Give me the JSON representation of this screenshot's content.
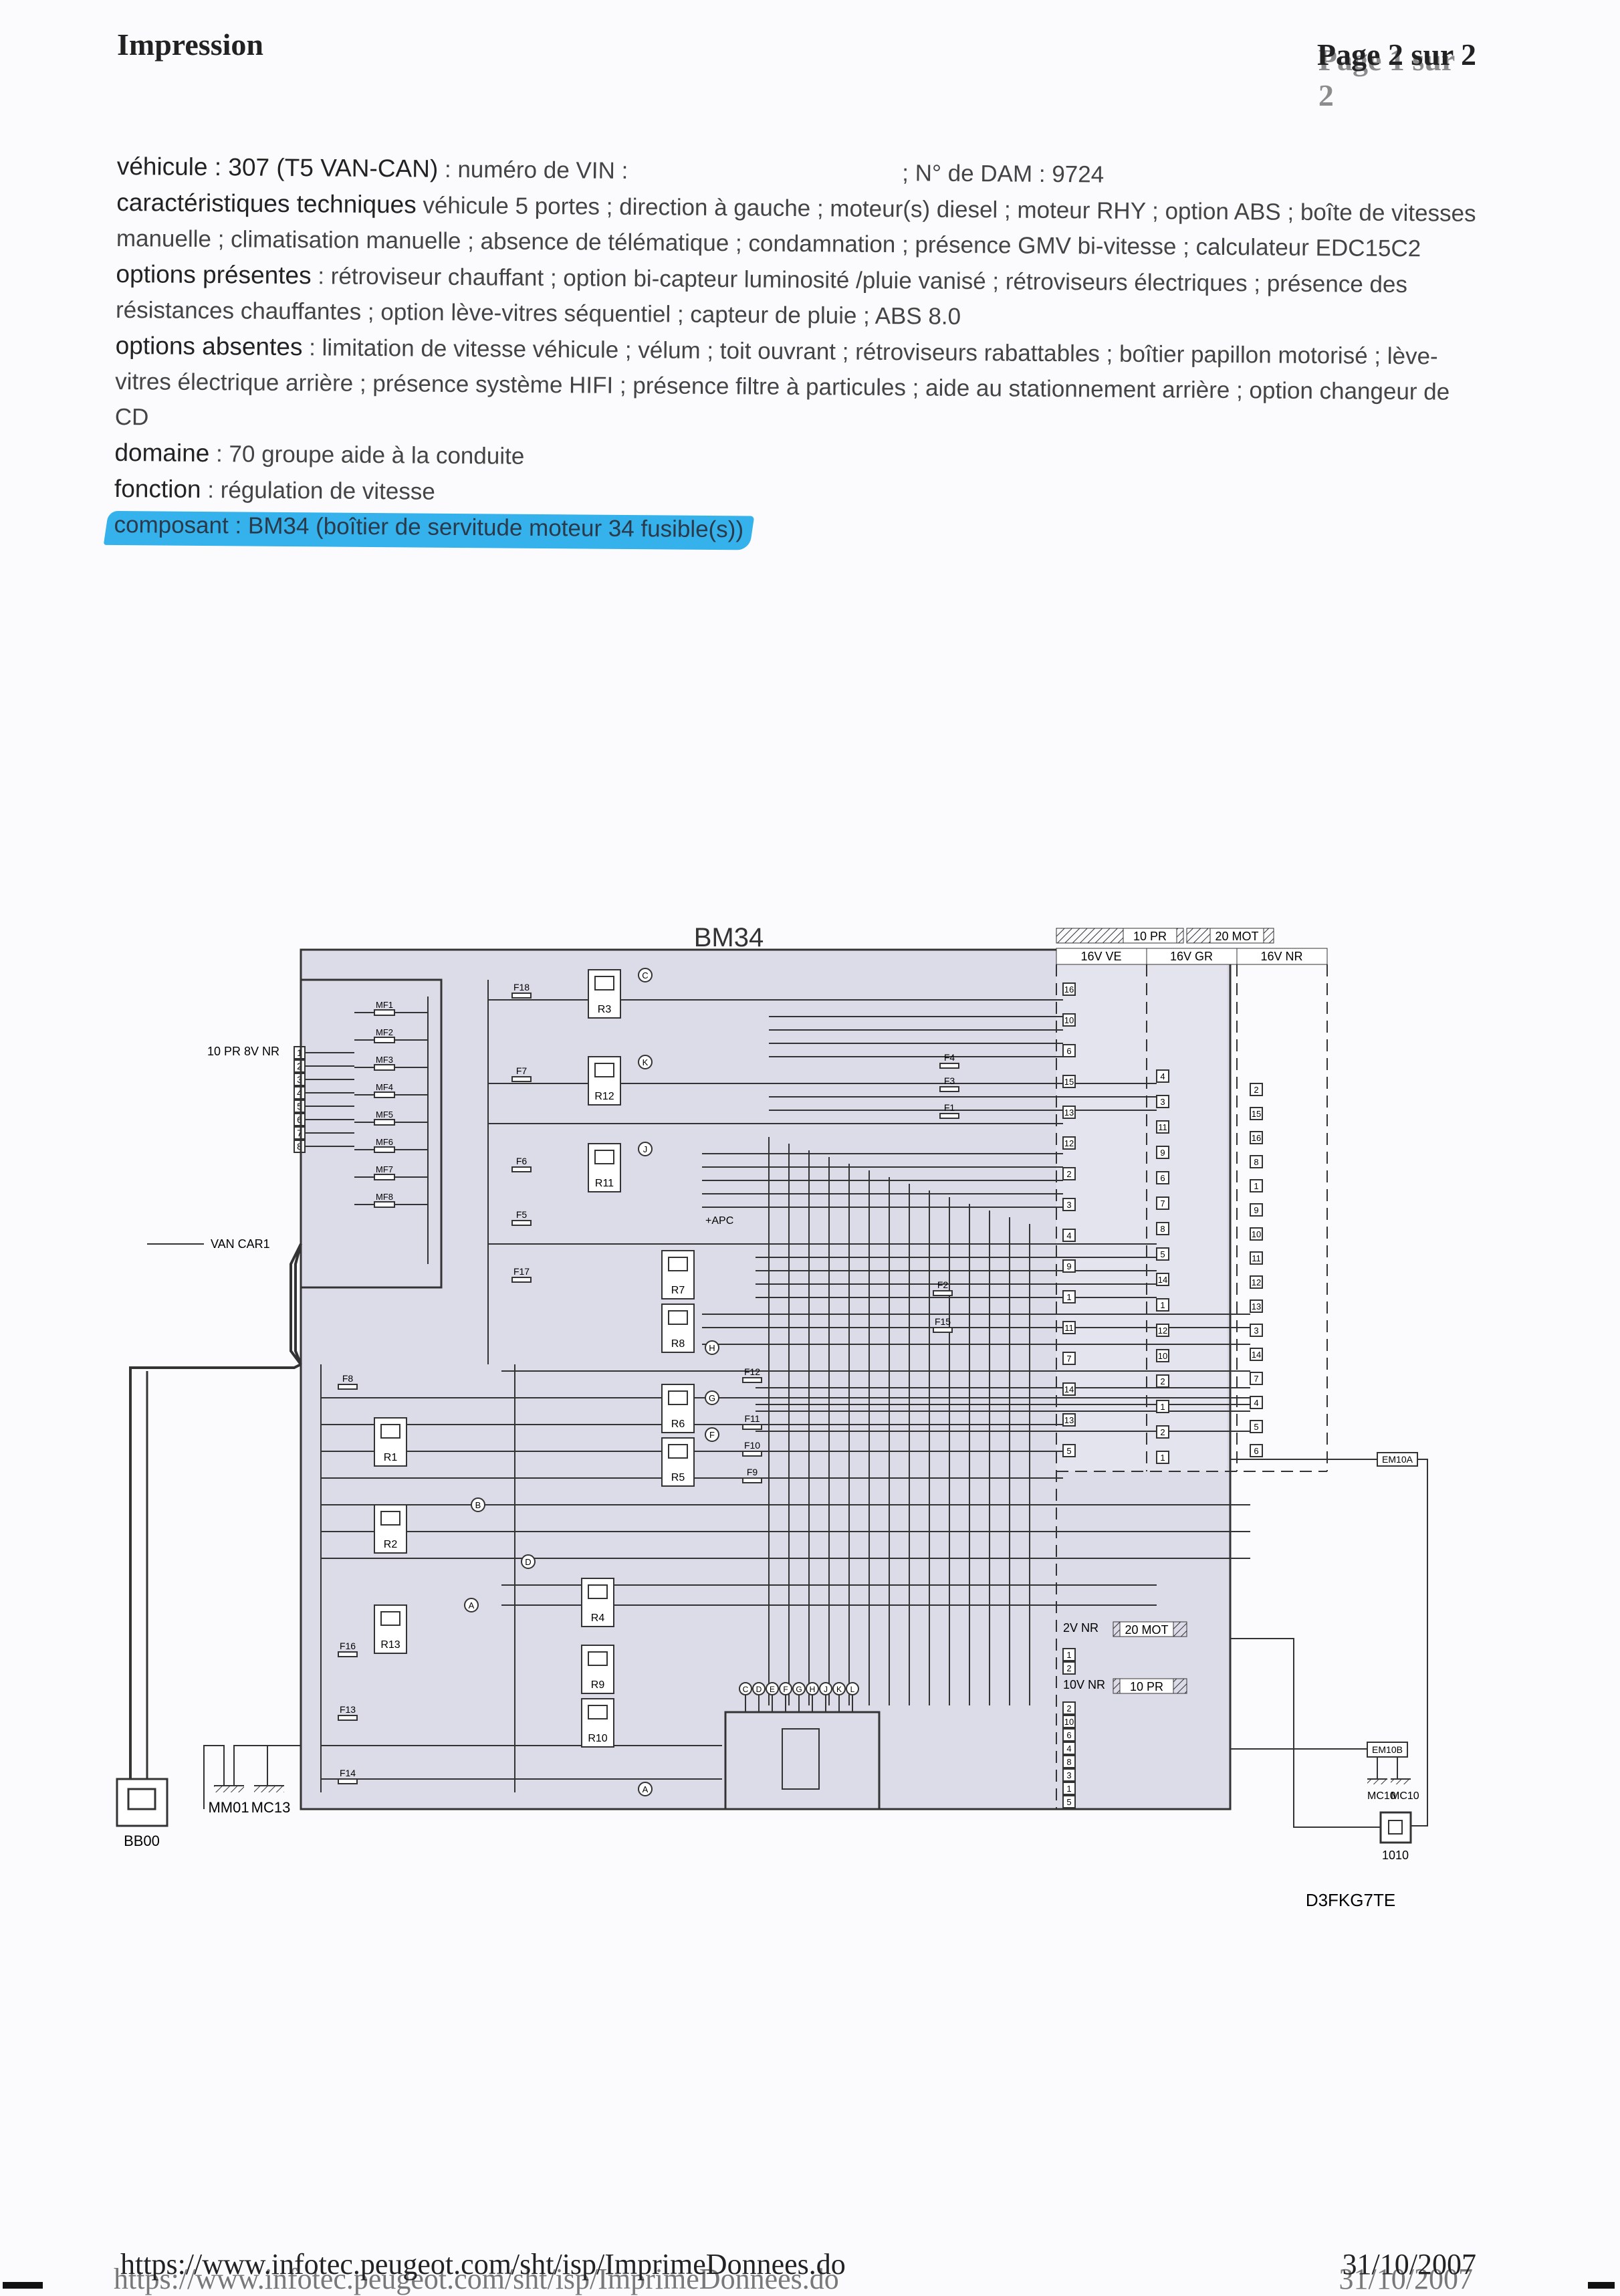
{
  "header": {
    "title": "Impression",
    "page": "Page 2 sur 2",
    "page_ghost": "Page 1 sur 2"
  },
  "info": {
    "vehicule_label": "véhicule : 307 (T5 VAN-CAN)",
    "vehicule_rest": " : numéro de VIN :",
    "dam": "; N° de DAM : 9724",
    "carac_label": "caractéristiques techniques",
    "carac_text": " véhicule 5 portes ; direction à gauche ; moteur(s) diesel ; moteur RHY ; option ABS ; boîte de vitesses manuelle ; climatisation manuelle ; absence de télématique ; condamnation ; présence GMV bi-vitesse ; calculateur EDC15C2",
    "opt_pres_label": "options présentes",
    "opt_pres_text": " : rétroviseur chauffant ; option bi-capteur luminosité /pluie vanisé ; rétroviseurs électriques ; présence des résistances chauffantes ; option lève-vitres séquentiel ; capteur de pluie ; ABS 8.0",
    "opt_abs_label": "options absentes",
    "opt_abs_text": " : limitation de vitesse véhicule ; vélum ; toit ouvrant ; rétroviseurs rabattables ; boîtier papillon motorisé ; lève-vitres électrique arrière ; présence système HIFI ; présence filtre à particules ; aide au stationnement arrière ; option changeur de CD",
    "domaine_label": "domaine",
    "domaine_text": " : 70 groupe aide à la conduite",
    "fonction_label": "fonction",
    "fonction_text": " : régulation de vitesse",
    "composant_text": "composant : BM34 (boîtier de servitude moteur 34 fusible(s))"
  },
  "diagram": {
    "title": "BM34",
    "zone_10pr": "10 PR",
    "zone_20mot": "20 MOT",
    "col_16v_ve": "16V VE",
    "col_16v_gr": "16V GR",
    "col_16v_nr": "16V NR",
    "left_conn": "10 PR 8V NR",
    "van_car": "VAN CAR1",
    "apc": "+APC",
    "conn_2v": "2V NR",
    "conn_2v_zone": "20 MOT",
    "conn_10v": "10V NR",
    "conn_10v_zone": "10 PR",
    "em10a": "EM10A",
    "em10b": "EM10B",
    "mc10a": "MC10",
    "mc10b": "MC10",
    "c1010": "1010",
    "bb00": "BB00",
    "mm01": "MM01",
    "mc13": "MC13",
    "ref": "D3FKG7TE",
    "left_pins": [
      "1",
      "2",
      "3",
      "4",
      "5",
      "6",
      "7",
      "8"
    ],
    "mf": [
      "MF1",
      "MF2",
      "MF3",
      "MF4",
      "MF5",
      "MF6",
      "MF7",
      "MF8"
    ],
    "relays": [
      "R3",
      "R12",
      "R11",
      "R7",
      "R8",
      "R6",
      "R5",
      "R1",
      "R2",
      "R13",
      "R4",
      "R9",
      "R10"
    ],
    "relay_tags": [
      "C",
      "K",
      "J",
      "H",
      "G",
      "F",
      "B",
      "A",
      "D",
      "A"
    ],
    "fuses": [
      "F18",
      "F7",
      "F6",
      "F5",
      "F17",
      "F8",
      "F16",
      "F13",
      "F14",
      "F4",
      "F3",
      "F1",
      "F2",
      "F15",
      "F12",
      "F11",
      "F10",
      "F9"
    ],
    "ic_pins": [
      "C",
      "D",
      "E",
      "F",
      "G",
      "H",
      "J",
      "K",
      "L"
    ],
    "col_ve": [
      "16",
      "10",
      "6",
      "15",
      "13",
      "12",
      "2",
      "3",
      "4",
      "9",
      "1",
      "11",
      "7",
      "14",
      "13",
      "5"
    ],
    "col_gr": [
      "4",
      "3",
      "11",
      "9",
      "6",
      "7",
      "8",
      "5",
      "14",
      "1",
      "12",
      "10",
      "2",
      "1",
      "2",
      "1"
    ],
    "col_nr": [
      "2",
      "15",
      "16",
      "8",
      "1",
      "9",
      "10",
      "11",
      "12",
      "13",
      "3",
      "14",
      "7",
      "4",
      "5",
      "6"
    ],
    "conn_2v_pins": [
      "1",
      "2"
    ],
    "conn_10v_pins": [
      "2",
      "10",
      "6",
      "4",
      "8",
      "3",
      "1",
      "5"
    ]
  }
}
